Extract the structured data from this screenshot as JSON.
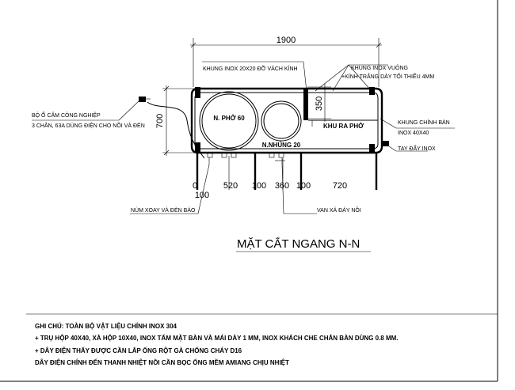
{
  "drawing": {
    "title": "MẶT CẮT NGANG N-N",
    "dims": {
      "total_width": "1900",
      "height": "700",
      "inner": "350",
      "seg_0": "0",
      "seg_100_left": "100",
      "seg_520": "520",
      "seg_100_mid": "100",
      "seg_360": "360",
      "seg_100_right": "100",
      "seg_720": "720"
    },
    "labels": {
      "glass_frame": "KHUNG INOX 20X20 ĐỠ VÁCH KÍNH",
      "square_frame": "KHUNG INOX VUÔNG",
      "glass": "+KÍNH TRẮNG DÀY TỐI THIỂU 4MM",
      "socket_1": "BỘ Ổ CẮM CÔNG NGHIỆP",
      "socket_2": "3 CHÂN, 63A DÙNG ĐIỆN CHO NỒI VÀ ĐÈN",
      "pot_pho": "N. PHỞ 60",
      "pot_nhung": "N.NHÚNG 20",
      "pho_area": "KHU RA PHỞ",
      "table_frame_1": "KHUNG CHÍNH BÀN",
      "table_frame_2": "INOX 40X40",
      "push_handle": "TAY ĐẨY INOX",
      "knob_light": "NÚM XOAY VÀ ĐÈN BÁO",
      "drain_valve": "VAN XẢ ĐÁY NỒI"
    },
    "notes": [
      "GHI CHÚ: TOÀN BỘ VẬT LIỆU CHÍNH INOX 304",
      "+ TRỤ HỘP 40X40, XÀ HỘP 10X40, INOX TẤM MẶT BÀN  VÀ MÁI DÀY 1 MM, INOX KHÁCH CHE CHẮN BÀN DÙNG 0.8 MM.",
      "+ DÂY ĐIỆN THẤY ĐƯỢC  CẦN LẮP ỐNG RỘT GÀ CHỐNG CHÁY D16",
      " DÂY ĐIỆN CHÍNH ĐẾN THANH NHIỆT NỒI CẦN BỌC ỐNG MỀM AMIANG CHỊU NHIỆT"
    ]
  }
}
